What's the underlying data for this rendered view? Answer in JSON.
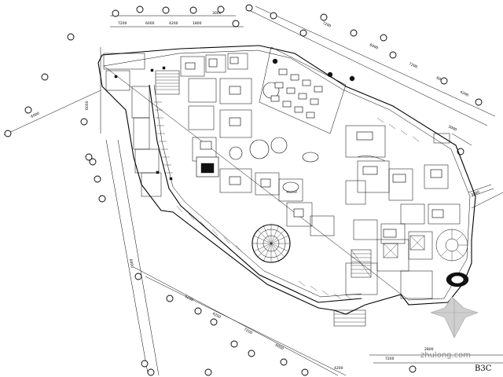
{
  "drawing": {
    "sheet_label": "B3C",
    "watermark": "zhulong.com"
  },
  "dimensions": {
    "top": [
      "7200",
      "6000",
      "4200",
      "1800",
      "3000",
      "7200",
      "6000"
    ],
    "right": [
      "7200",
      "6000",
      "4200",
      "3000",
      "3000"
    ],
    "left": [
      "6000",
      "6000"
    ],
    "bottom": [
      "6000",
      "5200",
      "4200",
      "7200",
      "6000",
      "4200",
      "7200",
      "2800"
    ]
  }
}
